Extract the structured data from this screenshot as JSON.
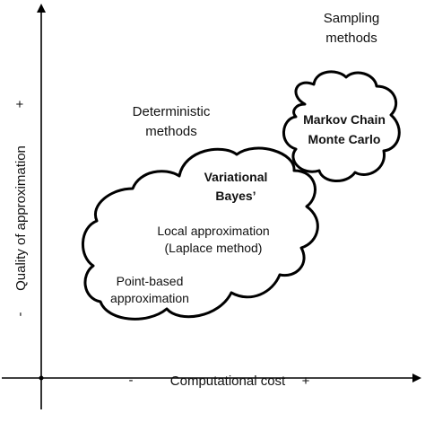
{
  "axes": {
    "x_label": "Computational cost",
    "x_minus": "-",
    "x_plus": "+",
    "y_label": "Quality of approximation",
    "y_minus": "-",
    "y_plus": "+"
  },
  "regions": {
    "sampling": {
      "line1": "Sampling",
      "line2": "methods"
    },
    "deterministic": {
      "line1": "Deterministic",
      "line2": "methods"
    }
  },
  "clouds": {
    "mcmc": {
      "line1": "Markov Chain",
      "line2": "Monte Carlo"
    },
    "deterministic": {
      "variational_line1": "Variational",
      "variational_line2": "Bayes’",
      "local_line1": "Local approximation",
      "local_line2": "(Laplace method)",
      "point_line1": "Point-based",
      "point_line2": "approximation"
    }
  }
}
